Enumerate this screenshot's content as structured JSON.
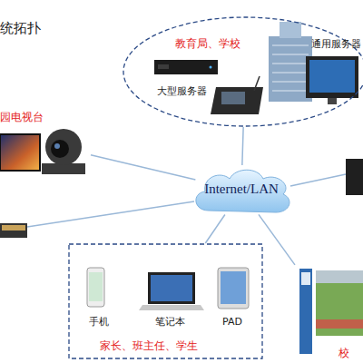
{
  "diagram": {
    "title": "统拓扑",
    "nodes": [
      {
        "text": [
          "教育局、学校"
        ]
      },
      {
        "text": [
          "大型服务器"
        ],
        "in": 0
      },
      {
        "text": [
          "通用服务器"
        ],
        "in": 0
      },
      {
        "text": [
          "园电视台"
        ]
      },
      {
        "text": [
          "Internet/LAN"
        ]
      },
      {
        "text": [
          "家长、班主任、学生"
        ]
      },
      {
        "text": [
          "手机"
        ],
        "in": 5
      },
      {
        "text": [
          "笔记本"
        ],
        "in": 5
      },
      {
        "text": [
          "PAD"
        ],
        "in": 5
      },
      {
        "text": [
          "校"
        ]
      }
    ],
    "edges": [
      {
        "from": 4,
        "to": 0,
        "arrow": "none"
      },
      {
        "from": 4,
        "to": 3,
        "arrow": "none"
      },
      {
        "from": 4,
        "to": 5,
        "arrow": "none"
      },
      {
        "from": 4,
        "to": 9,
        "arrow": "none"
      }
    ]
  }
}
